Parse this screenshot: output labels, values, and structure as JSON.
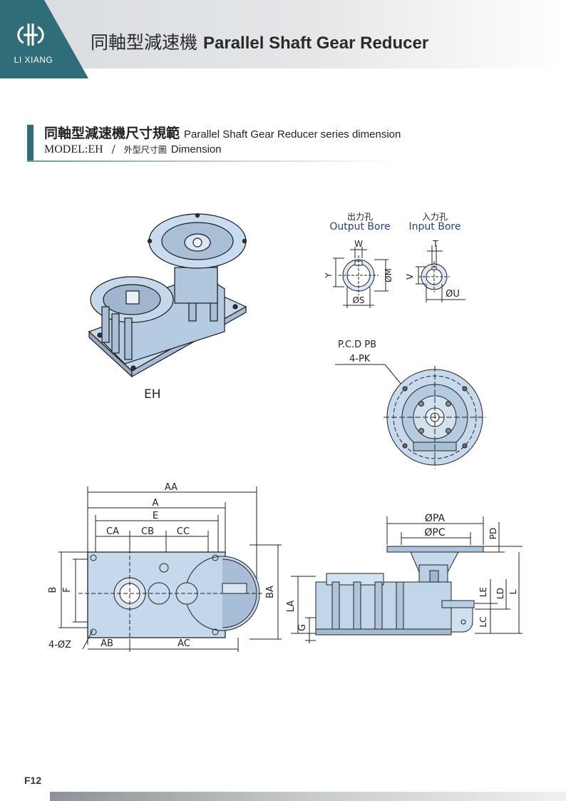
{
  "header": {
    "logo_text": "LI XIANG",
    "title_zh": "同軸型減速機",
    "title_en": "Parallel Shaft Gear Reducer"
  },
  "section": {
    "title_zh": "同軸型減速機尺寸規範",
    "title_en": "Parallel Shaft Gear Reducer series dimension",
    "model": "MODEL:EH",
    "separator": "/",
    "sub_zh": "外型尺寸圖",
    "sub_en": "Dimension"
  },
  "product": {
    "caption": "EH"
  },
  "bores": {
    "output_zh": "出力孔",
    "output_en": "Output Bore",
    "input_zh": "入力孔",
    "input_en": "Input Bore",
    "output_dims": {
      "w": "W",
      "y": "Y",
      "m": "ØM",
      "s": "ØS"
    },
    "input_dims": {
      "t": "T",
      "v": "V",
      "u": "ØU"
    }
  },
  "flange": {
    "pcd": "P.C.D PB",
    "holes": "4-PK"
  },
  "top_view": {
    "AA": "AA",
    "A": "A",
    "E": "E",
    "CA": "CA",
    "CB": "CB",
    "CC": "CC",
    "B": "B",
    "F": "F",
    "BA": "BA",
    "Z": "4-ØZ",
    "AB": "AB",
    "AC": "AC"
  },
  "side_view": {
    "PA": "ØPA",
    "PC": "ØPC",
    "PD": "PD",
    "LA": "LA",
    "G": "G",
    "LE": "LE",
    "LD": "LD",
    "L": "L",
    "LC": "LC"
  },
  "colors": {
    "teal": "#2f6e78",
    "body": "#b9cfe6",
    "outline": "#1a1a1a"
  },
  "footer": {
    "page": "F12"
  }
}
